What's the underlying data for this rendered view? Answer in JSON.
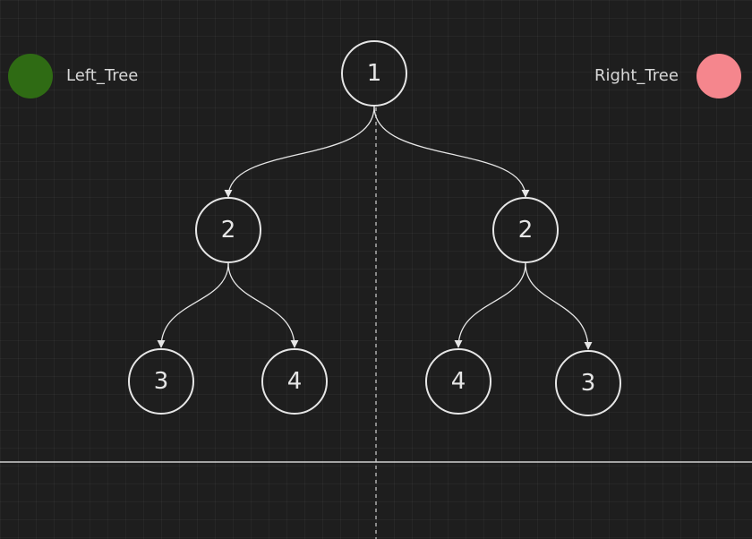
{
  "legend": {
    "left": {
      "label": "Left_Tree",
      "color": "#2f6b14"
    },
    "right": {
      "label": "Right_Tree",
      "color": "#f5868d"
    }
  },
  "colors": {
    "background": "#1e1e1e",
    "stroke": "#e6e6e6"
  },
  "tree": {
    "root": {
      "value": "1"
    },
    "left": {
      "node": {
        "value": "2"
      },
      "children": [
        {
          "value": "3"
        },
        {
          "value": "4"
        }
      ]
    },
    "right": {
      "node": {
        "value": "2"
      },
      "children": [
        {
          "value": "4"
        },
        {
          "value": "3"
        }
      ]
    }
  }
}
